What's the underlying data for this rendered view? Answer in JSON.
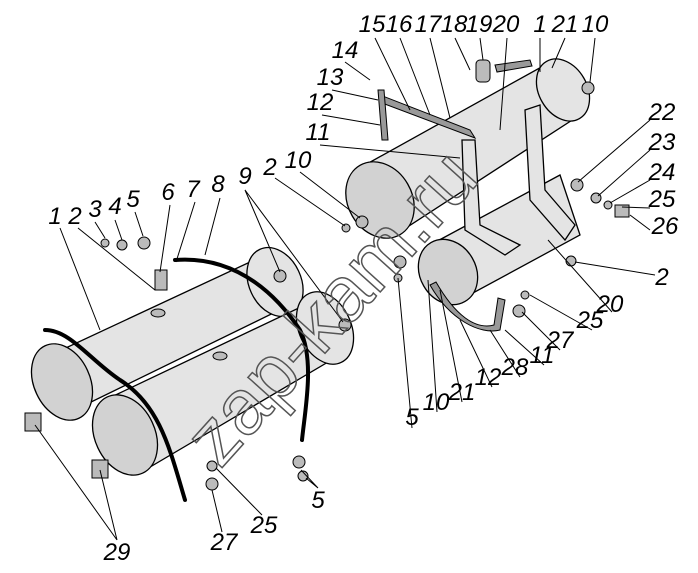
{
  "diagram": {
    "title": "Air receivers assembly (exploded view)",
    "watermark": "zap-kam.ru"
  },
  "callouts": {
    "left_1": "1",
    "left_2": "2",
    "left_3": "3",
    "left_4": "4",
    "left_5": "5",
    "left_6": "6",
    "left_7": "7",
    "left_8": "8",
    "left_9": "9",
    "mid_2": "2",
    "mid_10": "10",
    "top_14": "14",
    "top_13": "13",
    "top_12": "12",
    "top_11": "11",
    "top_15": "15",
    "top_16": "16",
    "top_17": "17",
    "top_18": "18",
    "top_19": "19",
    "top_20": "20",
    "top_1": "1",
    "top_21": "21",
    "top_10": "10",
    "right_22": "22",
    "right_23": "23",
    "right_24": "24",
    "right_25": "25",
    "right_26": "26",
    "right_2": "2",
    "right_20": "20",
    "right_25b": "25",
    "right_27": "27",
    "right_11": "11",
    "right_28": "28",
    "right_12": "12",
    "right_21": "21",
    "right_10": "10",
    "right_5": "5",
    "bot_5": "5",
    "bot_25": "25",
    "bot_27": "27",
    "bot_29": "29"
  }
}
